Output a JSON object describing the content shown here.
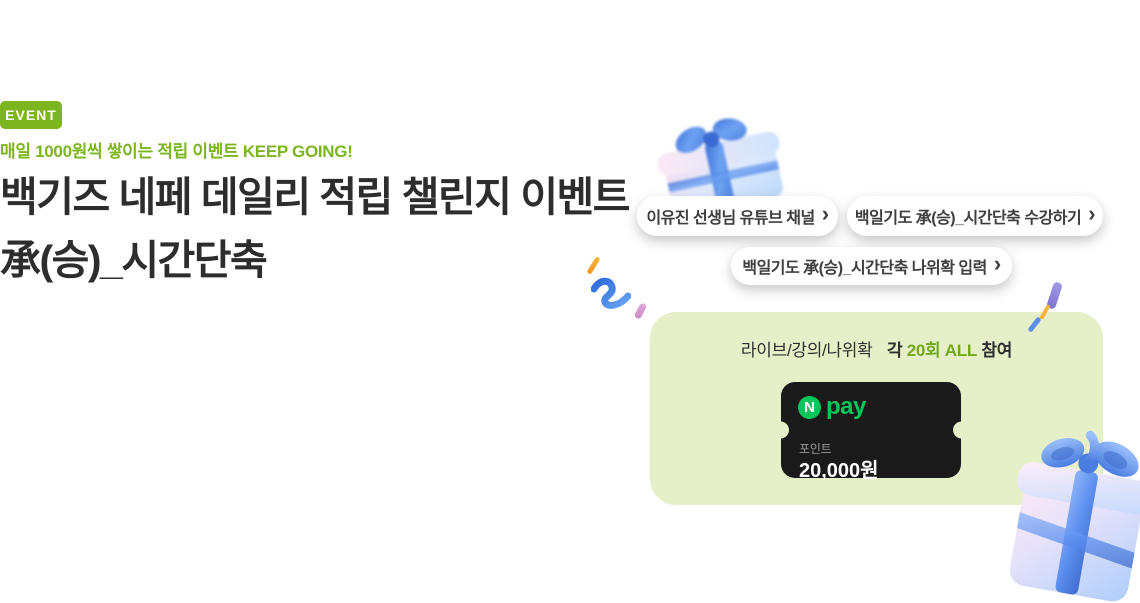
{
  "badge": {
    "label": "EVENT"
  },
  "header": {
    "subtitle": "매일 1000원씩 쌓이는 적립 이벤트 KEEP GOING!",
    "title_line1": "백기즈 네페 데일리 적립 챌린지 이벤트",
    "title_line2": "承(승)_시간단축"
  },
  "links": [
    {
      "label": "이유진 선생님 유튜브 채널"
    },
    {
      "label": "백일기도 承(승)_시간단축 수강하기"
    },
    {
      "label": "백일기도 承(승)_시간단축 나위확 입력"
    }
  ],
  "icons": {
    "chevron_right": "›",
    "gift_box_top": "gift-box-blue-pink",
    "gift_box_bottom": "gift-box-blue-ribbon",
    "naver_n": "N"
  },
  "reward_card": {
    "heading": {
      "plain": "라이브/강의/나위확",
      "bold_prefix": "각",
      "green": "20회 ALL",
      "bold_suffix": "참여"
    },
    "coupon": {
      "n_letter": "N",
      "brand": "pay",
      "benefit_label": "포인트",
      "amount": "20,000원"
    }
  },
  "colors": {
    "accent_green": "#7CB51E",
    "heading_green": "#72A818",
    "card_background": "#E6F0C8",
    "coupon_background": "#1A1A1A",
    "naver_green": "#03C75A",
    "title_text": "#2D2D2D"
  }
}
